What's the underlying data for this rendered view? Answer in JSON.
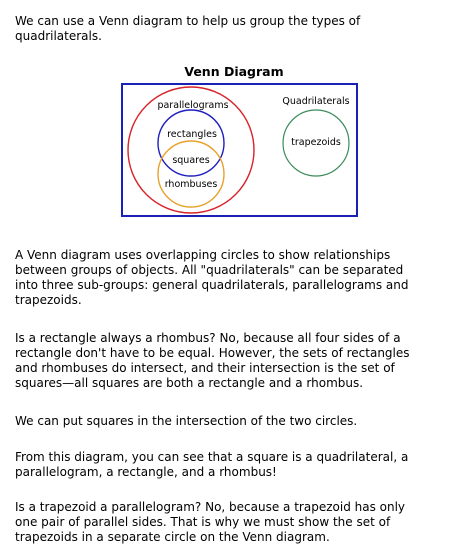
{
  "intro": "We can use a Venn diagram to help us group the types of\nquadrilaterals.",
  "venn": {
    "title": "Venn Diagram",
    "outer_label": "Quadrilaterals",
    "sets": {
      "parallelograms": "parallelograms",
      "rectangles": "rectangles",
      "squares": "squares",
      "rhombuses": "rhombuses",
      "trapezoids": "trapezoids"
    },
    "colors": {
      "frame": "#1a22b5",
      "parallelograms": "#d8232a",
      "rectangles": "#1f1fbf",
      "rhombuses": "#e8a12b",
      "trapezoids": "#3c8c5a"
    }
  },
  "paragraphs": [
    "A Venn diagram uses overlapping circles to show relationships\nbetween groups of objects. All \"quadrilaterals\" can be separated\ninto three sub-groups: general quadrilaterals, parallelograms and\ntrapezoids.",
    "Is a rectangle always a rhombus? No, because all four sides of a\nrectangle don't have to be equal. However, the sets of rectangles\nand rhombuses do intersect, and their intersection is the set of\nsquares—all squares are both a rectangle and a rhombus.",
    "We can put squares in the intersection of the two circles.",
    "From this diagram, you can see that a square is a quadrilateral, a\nparallelogram, a rectangle, and a rhombus!",
    "Is a trapezoid a parallelogram? No, because a trapezoid has only\none pair of parallel sides. That is why we must show the set of\ntrapezoids in a separate circle on the Venn diagram."
  ]
}
